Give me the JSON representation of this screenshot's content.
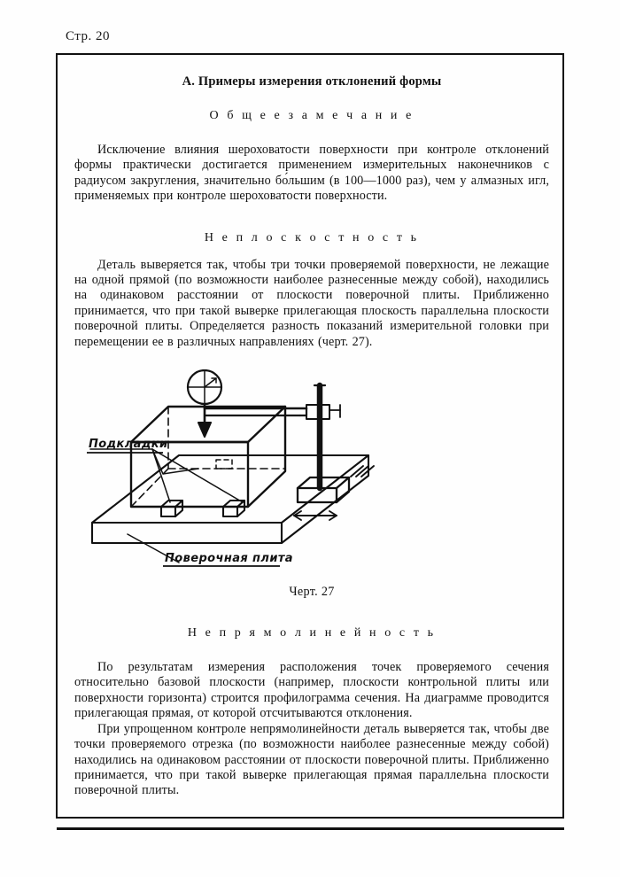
{
  "page": {
    "marker": "Стр. 20"
  },
  "frame": {
    "section_title": "А. Примеры измерения отклонений формы",
    "subtitle_general": "О б щ е е   з а м е ч а н и е",
    "paragraph_general": "Исключение влияния шероховатости поверхности при контроле отклонений формы практически достигается применением измерительных наконечников с радиусом закругления, значительно бо́льшим (в 100—1000 раз), чем у алмазных игл, применяемых при контроле шероховатости поверхности.",
    "subtitle_flatness": "Н е п л о с к о с т н о с т ь",
    "paragraph_flatness": "Деталь выверяется так, чтобы три точки проверяемой поверхности, не лежащие на одной прямой (по возможности наиболее разнесенные между собой), находились на одинаковом расстоянии от плоскости поверочной плиты. Приближенно принимается, что при такой выверке прилегающая плоскость параллельна плоскости поверочной плиты. Определяется разность показаний измерительной головки при перемещении ее в различных направлениях (черт. 27).",
    "subtitle_straightness": "Н е п р я м о л и н е й н о с т ь",
    "paragraph_straightness_1": "По результатам измерения расположения точек проверяемого сечения относительно базовой плоскости (например, плоскости контрольной плиты или поверхности горизонта) строится профилограмма сечения. На диаграмме проводится прилегающая прямая, от которой отсчитываются отклонения.",
    "paragraph_straightness_2": "При упрощенном контроле непрямолинейности деталь выверяется так, чтобы две точки проверяемого отрезка (по возможности наиболее разнесенные между собой) находились на одинаковом расстоянии от плоскости поверочной плиты. Приближенно принимается, что при такой выверке прилегающая прямая параллельна плоскости поверочной плиты."
  },
  "figure": {
    "caption": "Черт. 27",
    "label_shims": "Подкладки",
    "label_surface_plate": "Поверочная плита"
  },
  "colors": {
    "ink": "#111111",
    "paper": "#fefefe"
  }
}
